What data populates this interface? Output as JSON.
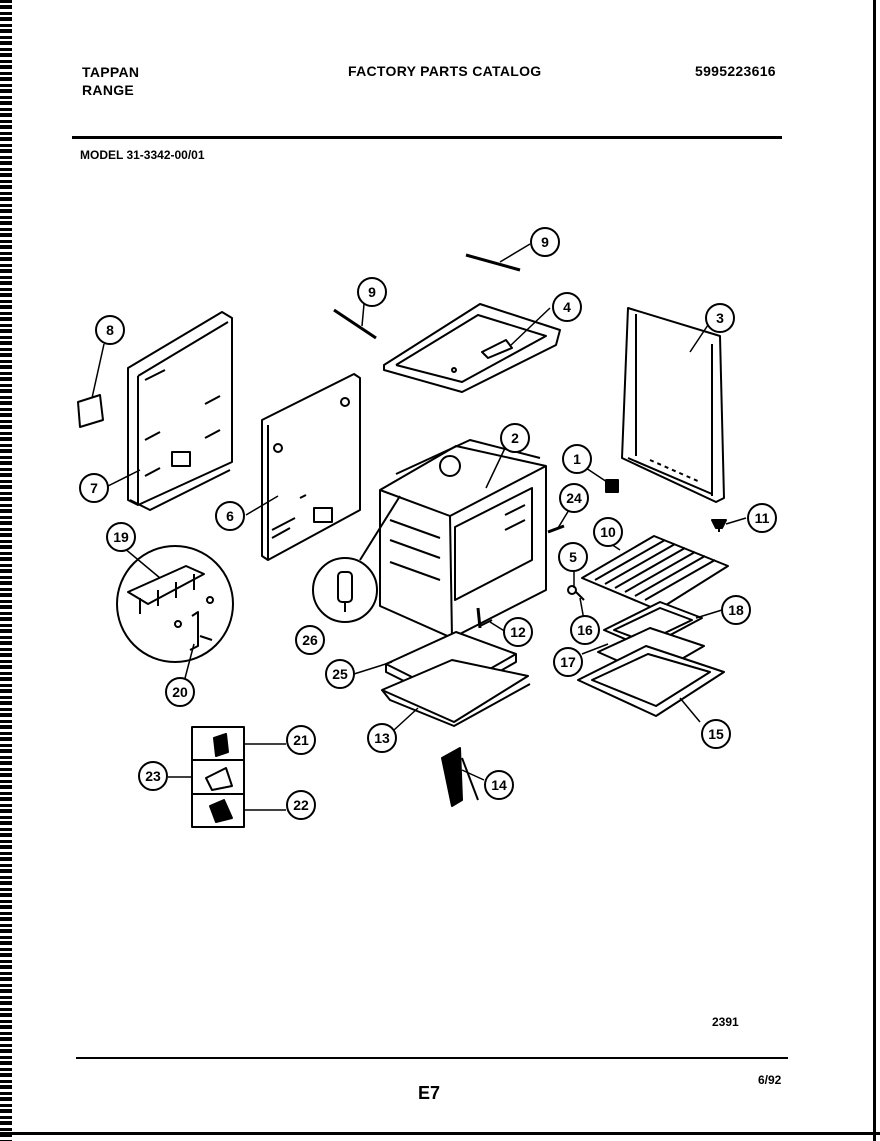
{
  "header": {
    "brand": "TAPPAN",
    "product": "RANGE",
    "catalog_title": "FACTORY PARTS CATALOG",
    "catalog_number": "5995223616",
    "model": "MODEL 31-3342-00/01"
  },
  "footer": {
    "figure_number": "2391",
    "page_code": "E7",
    "date": "6/92"
  },
  "callouts": {
    "c1": "1",
    "c2": "2",
    "c3": "3",
    "c4": "4",
    "c5": "5",
    "c6": "6",
    "c7": "7",
    "c8": "8",
    "c9a": "9",
    "c9b": "9",
    "c10": "10",
    "c11": "11",
    "c12": "12",
    "c13": "13",
    "c14": "14",
    "c15": "15",
    "c16": "16",
    "c17": "17",
    "c18": "18",
    "c19": "19",
    "c20": "20",
    "c21": "21",
    "c22": "22",
    "c23": "23",
    "c24": "24",
    "c25": "25",
    "c26": "26"
  }
}
